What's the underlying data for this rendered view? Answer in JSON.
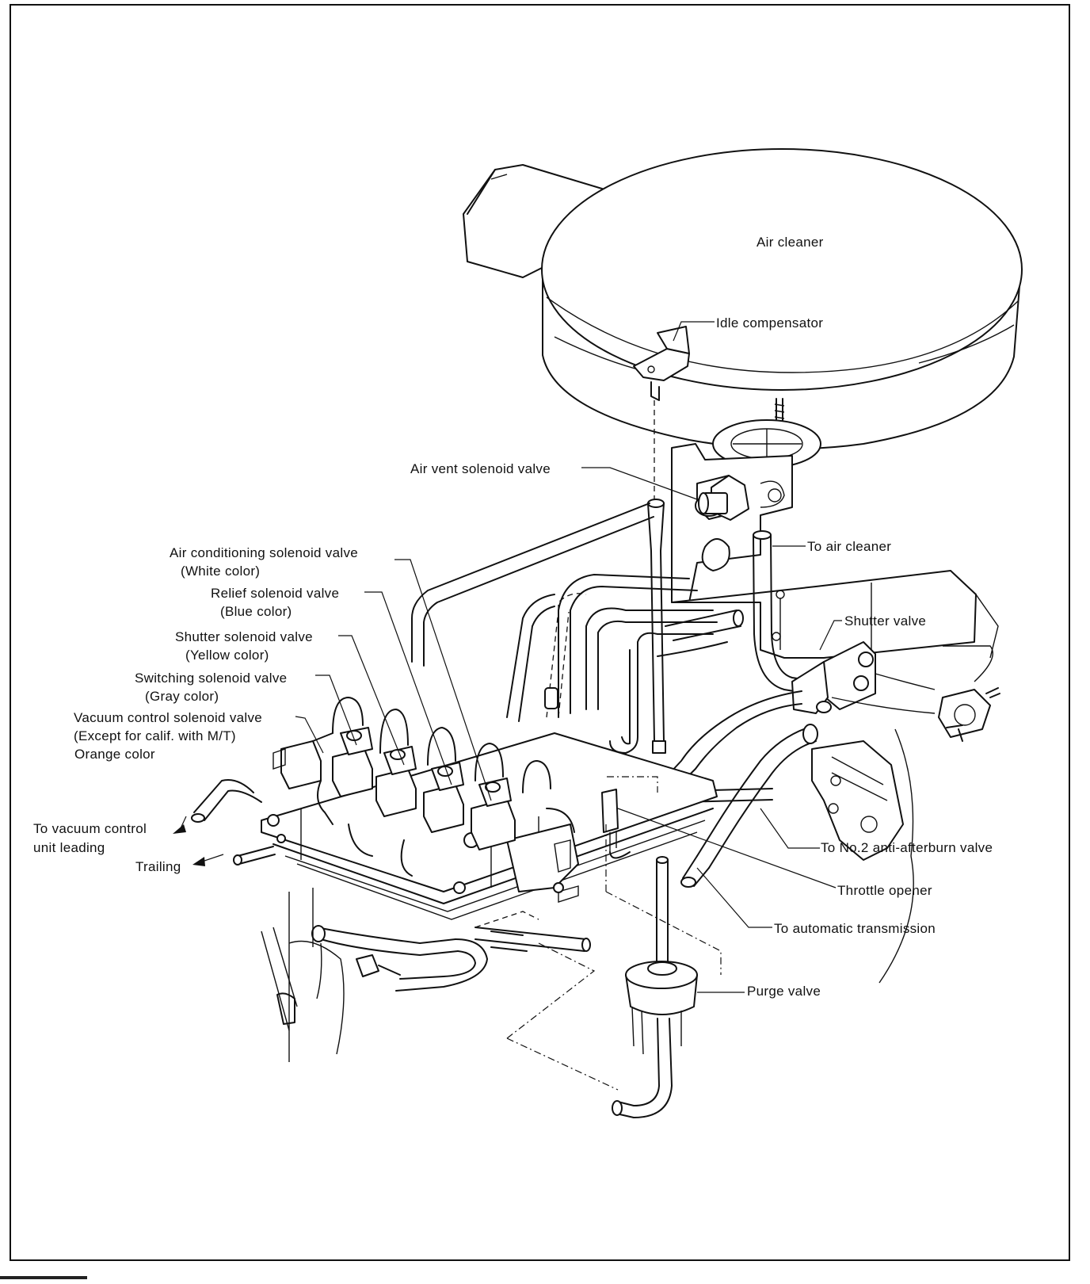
{
  "labels": {
    "air_cleaner": "Air cleaner",
    "idle_compensator": "Idle compensator",
    "air_vent_solenoid": "Air vent solenoid valve",
    "to_air_cleaner": "To air cleaner",
    "shutter_valve": "Shutter valve",
    "ac_solenoid": "Air conditioning solenoid valve",
    "ac_solenoid_color": "(White color)",
    "relief_solenoid": "Relief solenoid valve",
    "relief_solenoid_color": "(Blue color)",
    "shutter_solenoid": "Shutter solenoid valve",
    "shutter_solenoid_color": "(Yellow color)",
    "switching_solenoid": "Switching solenoid valve",
    "switching_solenoid_color": "(Gray color)",
    "vacuum_solenoid": "Vacuum control solenoid valve",
    "vacuum_solenoid_note": "(Except for calif. with M/T)",
    "vacuum_solenoid_color": "Orange color",
    "to_vacuum_control": "To vacuum control",
    "unit_leading": "unit leading",
    "trailing": "Trailing",
    "to_no2_anti_afterburn": "To No.2 anti-afterburn valve",
    "throttle_opener": "Throttle opener",
    "to_automatic_transmission": "To automatic transmission",
    "purge_valve": "Purge valve"
  }
}
